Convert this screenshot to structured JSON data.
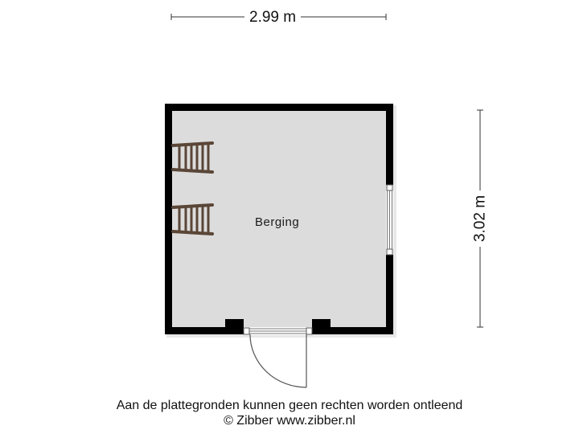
{
  "floorplan": {
    "room": {
      "name": "Berging",
      "floor_color": "#dcdcdc",
      "wall_color": "#000000"
    },
    "dimensions": {
      "width_label": "2.99 m",
      "height_label": "3.02 m"
    },
    "furniture": [
      {
        "type": "ladder",
        "label": "ladder-top"
      },
      {
        "type": "ladder",
        "label": "ladder-bottom"
      }
    ],
    "openings": [
      {
        "type": "door",
        "wall": "bottom"
      },
      {
        "type": "window",
        "wall": "right"
      }
    ],
    "colors": {
      "ladder": "#5a4637",
      "dimension_line": "#333333"
    }
  },
  "footer": {
    "disclaimer": "Aan de plattegronden kunnen geen rechten worden ontleend",
    "copyright": "© Zibber www.zibber.nl"
  }
}
